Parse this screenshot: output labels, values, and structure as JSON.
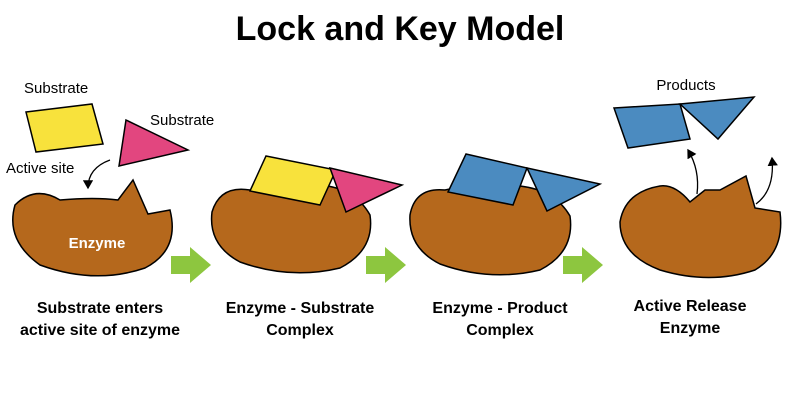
{
  "title": "Lock and Key Model",
  "colors": {
    "enzyme": "#B5681C",
    "substrate_square": "#F8E23C",
    "substrate_triangle": "#E2467F",
    "product": "#4B8BC0",
    "arrow": "#8DC63F"
  },
  "labels": {
    "substrate_1": "Substrate",
    "substrate_2": "Substrate",
    "active_site": "Active site",
    "enzyme": "Enzyme",
    "products": "Products"
  },
  "stages": [
    {
      "line1": "Substrate enters",
      "line2": "active site of enzyme"
    },
    {
      "line1": "Enzyme - Substrate",
      "line2": "Complex"
    },
    {
      "line1": "Enzyme - Product",
      "line2": "Complex"
    },
    {
      "line1": "Active Release",
      "line2": "Enzyme"
    }
  ]
}
